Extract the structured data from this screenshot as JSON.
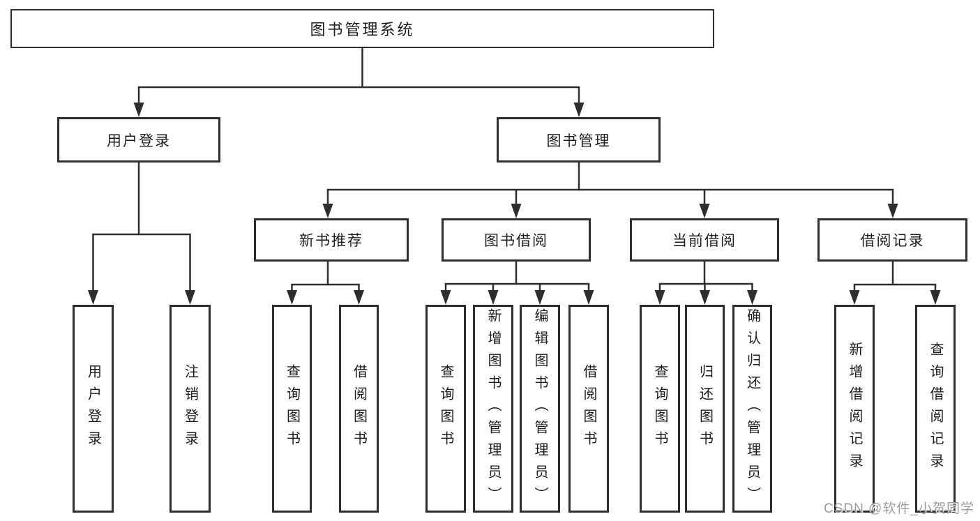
{
  "colors": {
    "line": "#2e2e2e",
    "box_border": "#2e2e2e",
    "text": "#1d1d1d",
    "watermark": "#9c9c9c",
    "background": "#ffffff"
  },
  "watermark": {
    "text": "CSDN @软件_小贺同学"
  },
  "tree": {
    "root": {
      "label": "图书管理系统"
    },
    "branches": [
      {
        "label": "用户登录",
        "children": [
          {
            "label": "用户登录"
          },
          {
            "label": "注销登录"
          }
        ]
      },
      {
        "label": "图书管理",
        "children": [
          {
            "label": "新书推荐",
            "children": [
              {
                "label": "查询图书"
              },
              {
                "label": "借阅图书"
              }
            ]
          },
          {
            "label": "图书借阅",
            "children": [
              {
                "label": "查询图书"
              },
              {
                "label": "新增图书（管理员）"
              },
              {
                "label": "编辑图书（管理员）"
              },
              {
                "label": "借阅图书"
              }
            ]
          },
          {
            "label": "当前借阅",
            "children": [
              {
                "label": "查询图书"
              },
              {
                "label": "归还图书"
              },
              {
                "label": "确认归还（管理员）"
              }
            ]
          },
          {
            "label": "借阅记录",
            "children": [
              {
                "label": "新增借阅记录"
              },
              {
                "label": "查询借阅记录"
              }
            ]
          }
        ]
      }
    ]
  }
}
